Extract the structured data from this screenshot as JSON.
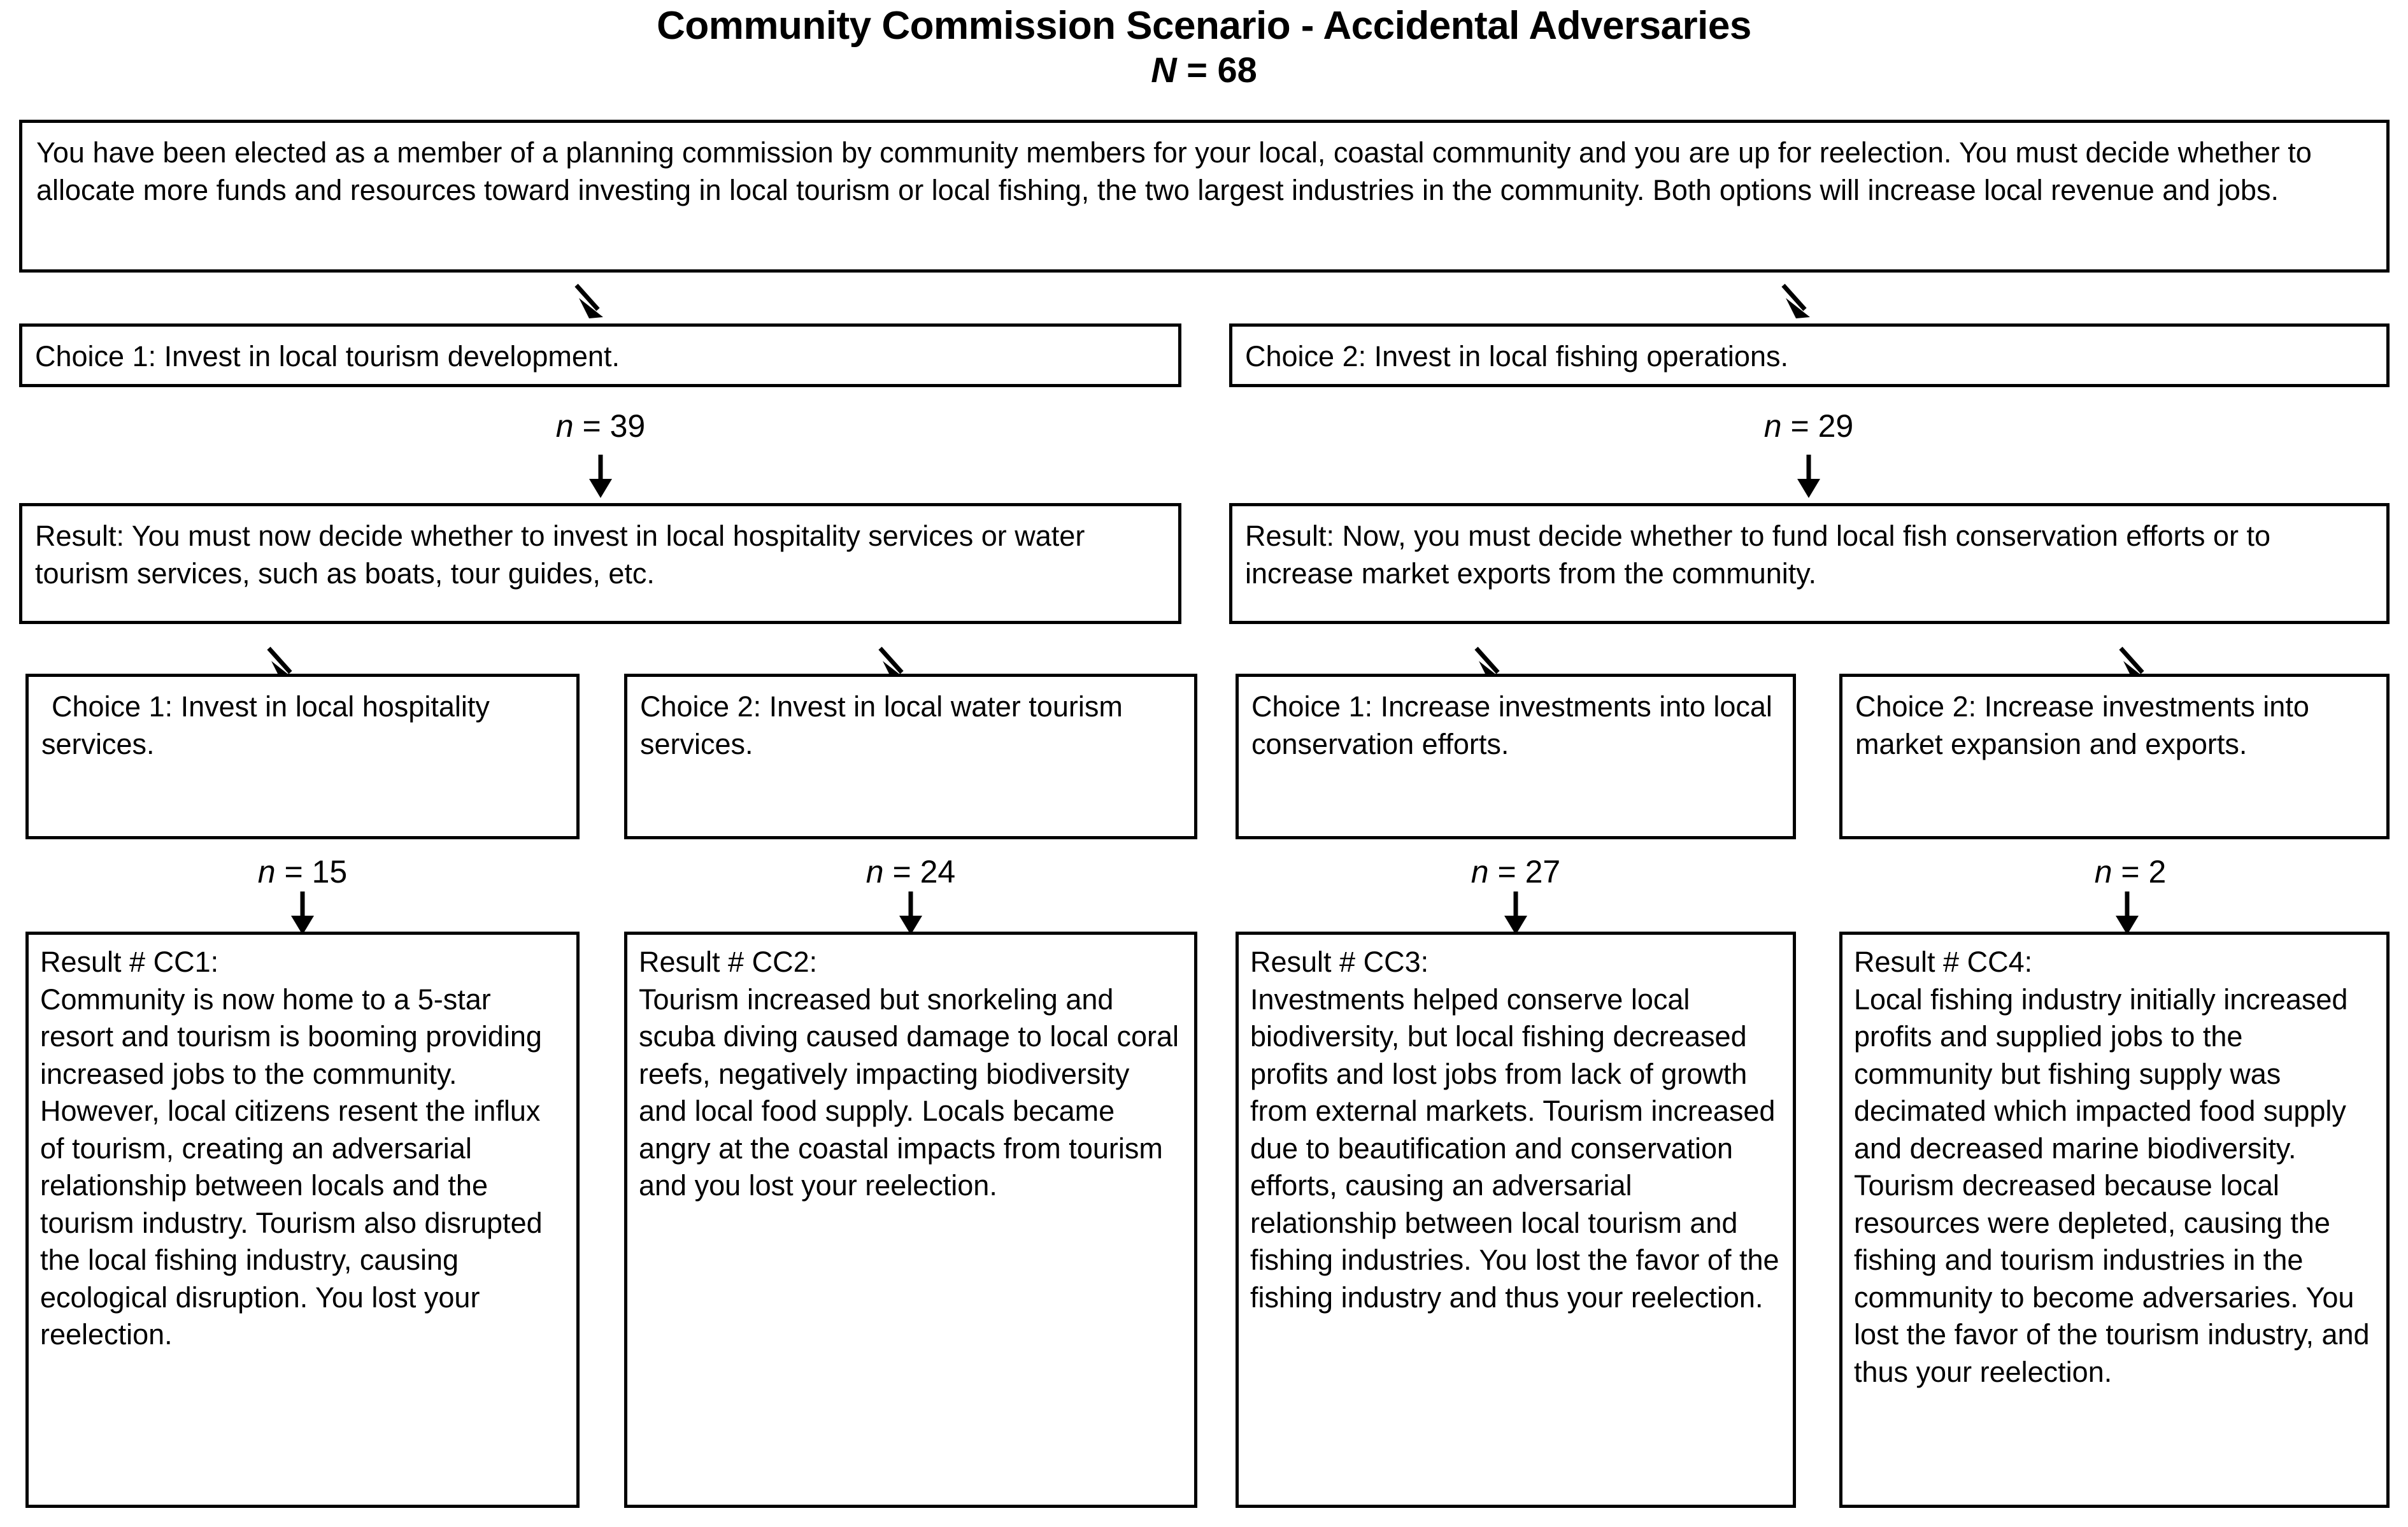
{
  "header": {
    "title": "Community Commission Scenario - Accidental Adversaries",
    "sample_symbol": "N",
    "sample_eq": " = 68"
  },
  "prompt": {
    "text": " You have been elected as a member of a planning commission by community members for your local, coastal community and you are up for reelection. You must decide whether to allocate more funds and resources toward investing in local tourism or local fishing, the two largest industries in the community. Both options will increase local revenue and jobs."
  },
  "level1": {
    "choice_left": "Choice 1: Invest in local tourism development.",
    "choice_right": "Choice 2: Invest in local fishing operations.",
    "n_left_symbol": "n",
    "n_left_value": " = 39",
    "n_right_symbol": "n",
    "n_right_value": " = 29"
  },
  "level2": {
    "result_left": "Result: You must now decide whether to invest in local hospitality services or water tourism services, such as boats, tour guides, etc.",
    "result_right": "Result: Now, you must decide whether to fund local fish conservation efforts or to increase market exports from the community."
  },
  "level3": {
    "choices": [
      "Choice 1: Invest in local hospitality services.",
      "Choice 2: Invest in local water tourism services.",
      "Choice 1: Increase investments into local conservation efforts.",
      "Choice 2: Increase investments into market expansion and exports."
    ],
    "n_symbols": [
      "n",
      "n",
      "n",
      "n"
    ],
    "n_values": [
      " = 15",
      " = 24",
      " = 27",
      " = 2"
    ]
  },
  "outcomes": [
    {
      "label": "Result # CC1:",
      "text": "Community is now home to a 5-star resort and tourism is booming providing increased jobs to the community. However, local citizens resent the influx of tourism, creating an adversarial relationship between locals and the tourism industry. Tourism also disrupted the local fishing industry, causing ecological disruption. You lost your reelection."
    },
    {
      "label": "Result # CC2:",
      "text": "Tourism increased but snorkeling and scuba diving caused damage to local coral reefs, negatively impacting biodiversity and local food supply. Locals became angry at the coastal impacts from tourism and you lost your reelection."
    },
    {
      "label": "Result # CC3:",
      "text": "Investments helped conserve local biodiversity, but local fishing decreased profits and lost jobs from lack of growth  from external markets. Tourism increased due to beautification and conservation efforts, causing an adversarial relationship between local tourism and fishing industries. You lost the favor of the fishing industry and thus your reelection."
    },
    {
      "label": "Result # CC4:",
      "text": "Local fishing industry initially increased profits and supplied jobs to the community but fishing supply was decimated which impacted food supply and decreased marine biodiversity. Tourism decreased because local resources were depleted, causing the fishing and tourism industries in the community to become adversaries. You lost the favor of the tourism industry, and thus your reelection."
    }
  ],
  "colors": {
    "border": "#000000",
    "background": "#ffffff",
    "text": "#000000"
  }
}
